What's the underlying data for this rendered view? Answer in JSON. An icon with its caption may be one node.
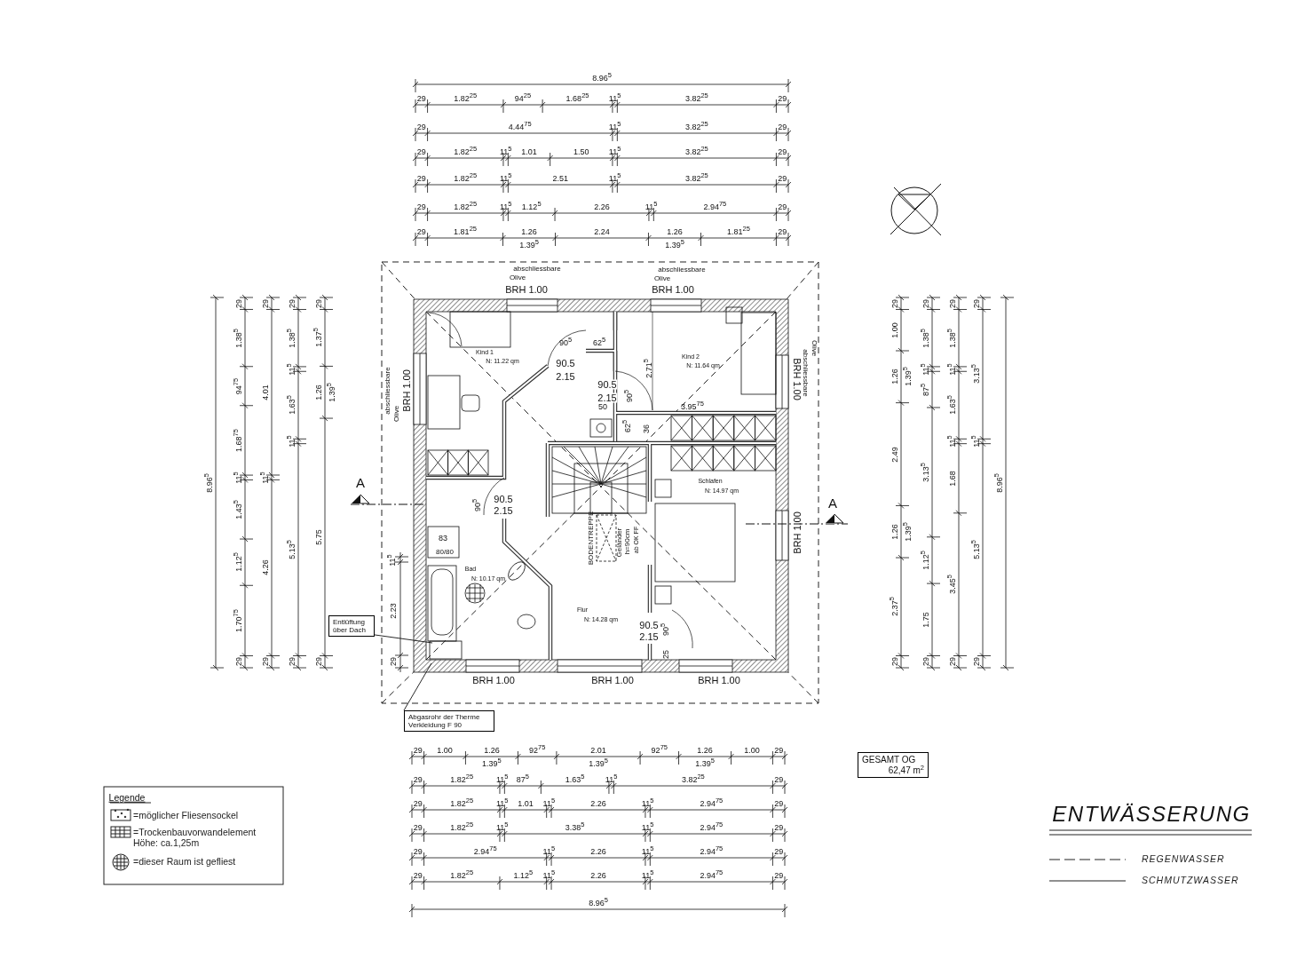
{
  "diagram": {
    "nodes": [
      {
        "text": [
          "Entlüftung über Dach"
        ]
      },
      {
        "text": [
          "Abgasrohr der Therme Verkleidung F 90"
        ]
      },
      {
        "text": [
          "GESAMT OG",
          "62,47 m$^{2}$"
        ]
      }
    ],
    "edges": [
      {
        "from": 0,
        "to": null,
        "arrow": "none"
      },
      {
        "from": 1,
        "to": null,
        "arrow": "none"
      }
    ],
    "labels": [
      "8.96$^{5}$",
      "29",
      "1.82$^{25}$",
      "94$^{25}$",
      "1.68$^{25}$",
      "11$^{5}$",
      "3.82$^{25}$",
      "29",
      "29",
      "4.44$^{75}$",
      "11$^{5}$",
      "3.82$^{25}$",
      "29",
      "29",
      "1.82$^{25}$",
      "11$^{5}$",
      "1.01",
      "1.50",
      "11$^{5}$",
      "3.82$^{25}$",
      "29",
      "29",
      "1.82$^{25}$",
      "11$^{5}$",
      "2.51",
      "11$^{5}$",
      "3.82$^{25}$",
      "29",
      "29",
      "1.82$^{25}$",
      "11$^{5}$",
      "1.12$^{5}$",
      "2.26",
      "11$^{5}$",
      "2.94$^{75}$",
      "29",
      "29",
      "1.81$^{25}$",
      "1.26",
      "2.24",
      "1.26",
      "1.81$^{25}$",
      "29",
      "1.39$^{5}$",
      "1.39$^{5}$",
      "8.96$^{5}$",
      "29",
      "1.38$^{5}$",
      "94$^{75}$",
      "1.68$^{75}$",
      "11$^{5}$",
      "1.43$^{5}$",
      "1.12$^{5}$",
      "1.70$^{75}$",
      "29",
      "29",
      "4.01",
      "11$^{5}$",
      "4.26",
      "29",
      "29",
      "1.38$^{5}$",
      "11$^{5}$",
      "1.63$^{5}$",
      "11$^{5}$",
      "5.13$^{5}$",
      "29",
      "29",
      "1.37$^{5}$",
      "1.26",
      "5.75",
      "29",
      "1.39$^{5}$",
      "29",
      "1.00",
      "1.26",
      "2.49",
      "1.26",
      "2.37$^{5}$",
      "29",
      "1.39$^{5}$",
      "1.39$^{5}$",
      "29",
      "1.38$^{5}$",
      "11$^{5}$",
      "87$^{5}$",
      "3.13$^{5}$",
      "1.12$^{5}$",
      "1.75",
      "29",
      "29",
      "1.38$^{5}$",
      "11$^{5}$",
      "1.63$^{5}$",
      "11$^{5}$",
      "1.68",
      "3.45$^{5}$",
      "29",
      "29",
      "3.13$^{5}$",
      "11$^{5}$",
      "5.13$^{5}$",
      "29",
      "8.96$^{5}$",
      "abschliessbare",
      "Olive",
      "BRH 1.00",
      "abschliessbare",
      "Olive",
      "BRH 1.00",
      "abschliessbare",
      "Olive",
      "BRH 1.00",
      "BRH 1.00",
      "abschliessbare",
      "Olive",
      "Kind 1",
      "N: 11.22 qm",
      "90$^{5}$",
      "62$^{5}$",
      "90.5",
      "2.15",
      "90.5",
      "2.15",
      "90$^{5}$",
      "2.71$^{5}$",
      "Kind 2",
      "N: 11.64 qm",
      "50",
      "62$^{5}$",
      "36",
      "3.95$^{75}$",
      "Schlafen",
      "N: 14.97 qm",
      "90$^{5}$",
      "90.5",
      "2.15",
      "A",
      "A",
      "BRH 1.00",
      "83",
      "80/80",
      "BODENTREPPE",
      "Geländer",
      "h=90cm",
      "ab OK FF",
      "11$^{5}$",
      "Bad",
      "N: 10.17 qm",
      "Flur",
      "N: 14.28 qm",
      "2.23",
      "90.5",
      "2.15",
      "90$^{5}$",
      "25",
      "29",
      "BRH 1.00",
      "BRH 1.00",
      "BRH 1.00",
      "29",
      "1.00",
      "1.26",
      "92$^{75}$",
      "2.01",
      "92$^{75}$",
      "1.26",
      "1.00",
      "29",
      "1.39$^{5}$",
      "1.39$^{5}$",
      "1.39$^{5}$",
      "29",
      "1.82$^{25}$",
      "11$^{5}$",
      "87$^{5}$",
      "1.63$^{5}$",
      "11$^{5}$",
      "3.82$^{25}$",
      "29",
      "29",
      "1.82$^{25}$",
      "11$^{5}$",
      "1.01",
      "11$^{5}$",
      "2.26",
      "11$^{5}$",
      "2.94$^{75}$",
      "29",
      "29",
      "1.82$^{25}$",
      "11$^{5}$",
      "3.38$^{5}$",
      "11$^{5}$",
      "2.94$^{75}$",
      "29",
      "29",
      "2.94$^{75}$",
      "11$^{5}$",
      "2.26",
      "11$^{5}$",
      "2.94$^{75}$",
      "29",
      "29",
      "1.82$^{25}$",
      "1.12$^{5}$",
      "11$^{5}$",
      "2.26",
      "11$^{5}$",
      "2.94$^{75}$",
      "29",
      "8.96$^{5}$",
      "Legende",
      "ENTWÄSSERUNG"
    ],
    "legend": [
      {
        "text": "=möglicher Fliesensockel"
      },
      {
        "text": "=Trockenbauvorwandelement Höhe: ca.1,25m"
      },
      {
        "text": "=dieser Raum ist gefliest"
      },
      {
        "text": "REGENWASSER"
      },
      {
        "text": "SCHMUTZWASSER"
      }
    ]
  }
}
